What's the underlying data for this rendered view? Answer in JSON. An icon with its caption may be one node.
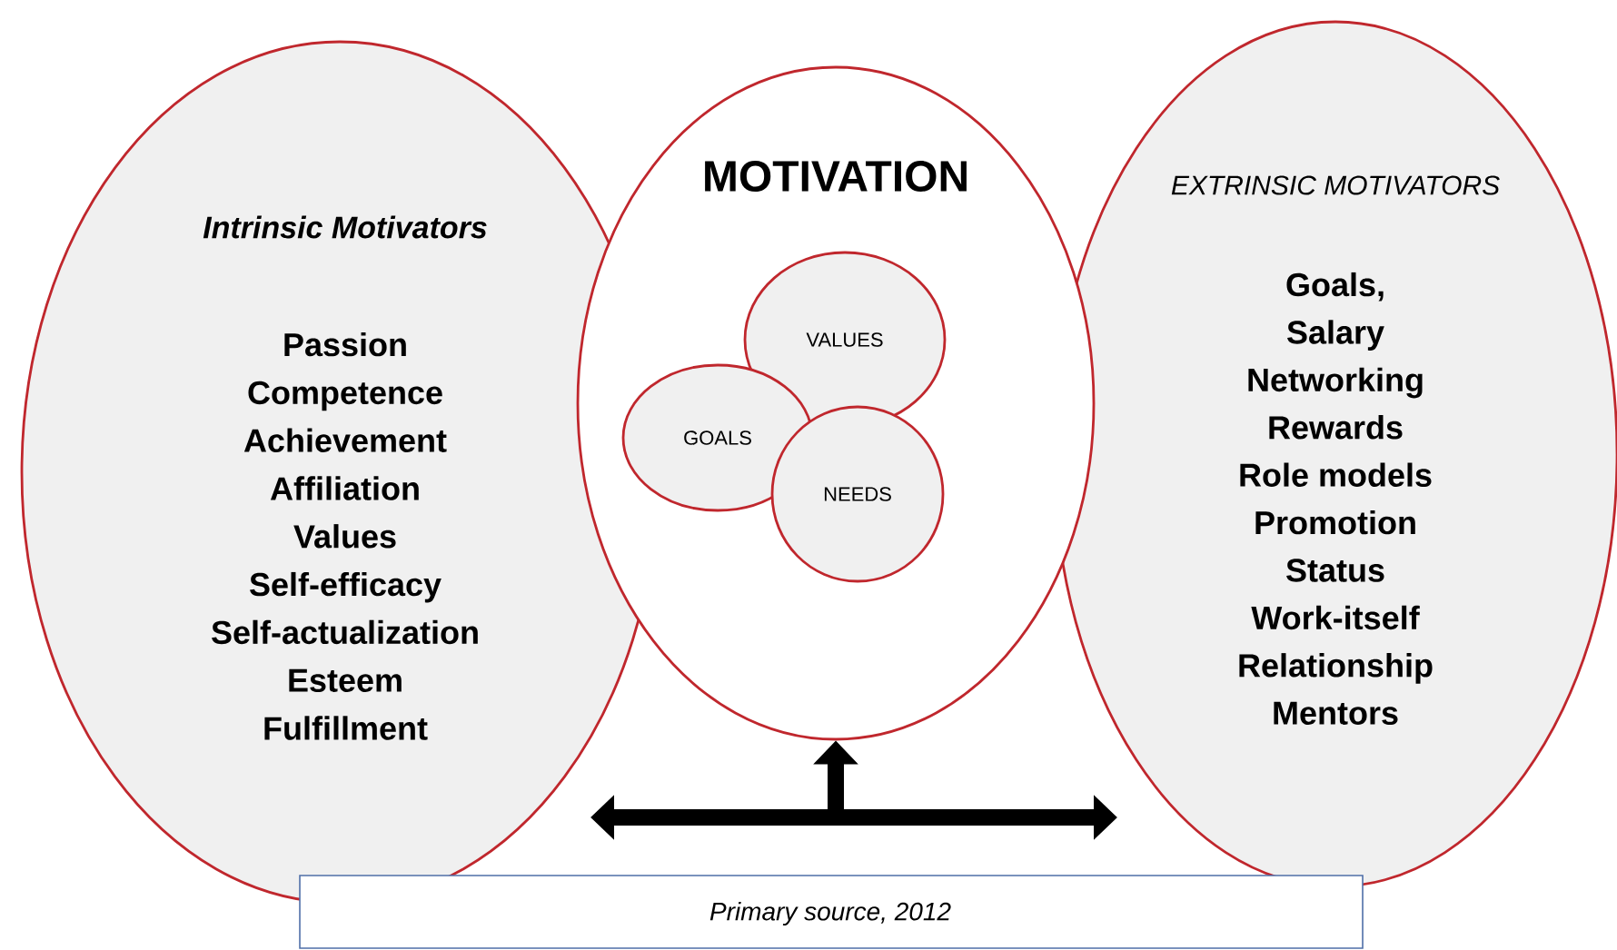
{
  "diagram": {
    "nodes": [
      {
        "text": [
          "Intrinsic Motivators",
          "Passion",
          "Competence",
          "Achievement",
          "Affiliation",
          "Values",
          "Self-efficacy",
          "Self-actualization",
          "Esteem",
          "Fulfillment"
        ]
      },
      {
        "text": [
          "MOTIVATION"
        ]
      },
      {
        "text": [
          "VALUES"
        ],
        "in": 1
      },
      {
        "text": [
          "GOALS"
        ],
        "in": 1
      },
      {
        "text": [
          "NEEDS"
        ],
        "in": 1
      },
      {
        "text": [
          "EXTRINSIC MOTIVATORS",
          "Goals,",
          "Salary",
          "Networking",
          "Rewards",
          "Role models",
          "Promotion",
          "Status",
          "Work-itself",
          "Relationship",
          "Mentors"
        ]
      },
      {
        "text": [
          "Primary source, 2012"
        ]
      }
    ],
    "edges": [
      {
        "from": 0,
        "to": 5,
        "arrow": "both"
      },
      {
        "from": null,
        "to": 1,
        "arrow": "to"
      }
    ]
  }
}
